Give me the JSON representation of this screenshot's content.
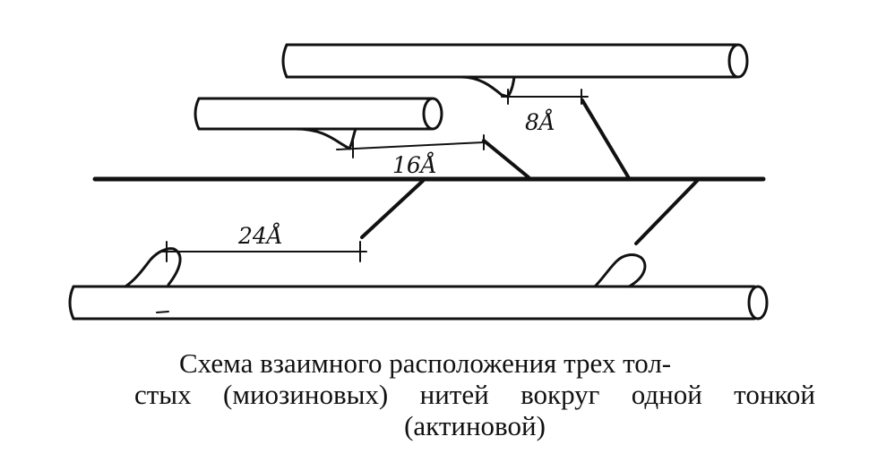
{
  "labels": {
    "gap_8": "8Å",
    "gap_16": "16Å",
    "gap_24": "24Å"
  },
  "caption": {
    "line1": "Схема взаимного расположения трех тол-",
    "line2": "стых (миозиновых) нитей вокруг одной тонкой",
    "line3": "(актиновой)"
  }
}
